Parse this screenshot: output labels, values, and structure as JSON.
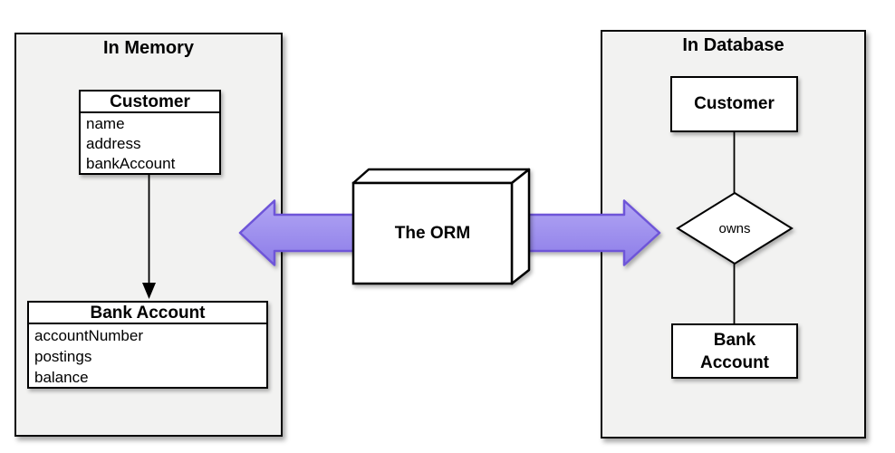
{
  "memory_panel": {
    "title": "In Memory",
    "customer_class": {
      "title": "Customer",
      "fields": [
        "name",
        "address",
        "bankAccount"
      ]
    },
    "bank_account_class": {
      "title": "Bank Account",
      "fields": [
        "accountNumber",
        "postings",
        "balance"
      ]
    }
  },
  "orm_box": {
    "label": "The ORM"
  },
  "database_panel": {
    "title": "In Database",
    "customer_entity": {
      "label": "Customer"
    },
    "owns_relationship": {
      "label": "owns"
    },
    "bank_account_entity": {
      "label": "Bank Account"
    }
  },
  "colors": {
    "arrow_fill_top": "#b2a6f4",
    "arrow_fill_bottom": "#8c7ce8",
    "arrow_stroke": "#6e54d8",
    "panel_background": "#f2f2f1",
    "box_background": "#ffffff",
    "line_color": "#000000"
  }
}
